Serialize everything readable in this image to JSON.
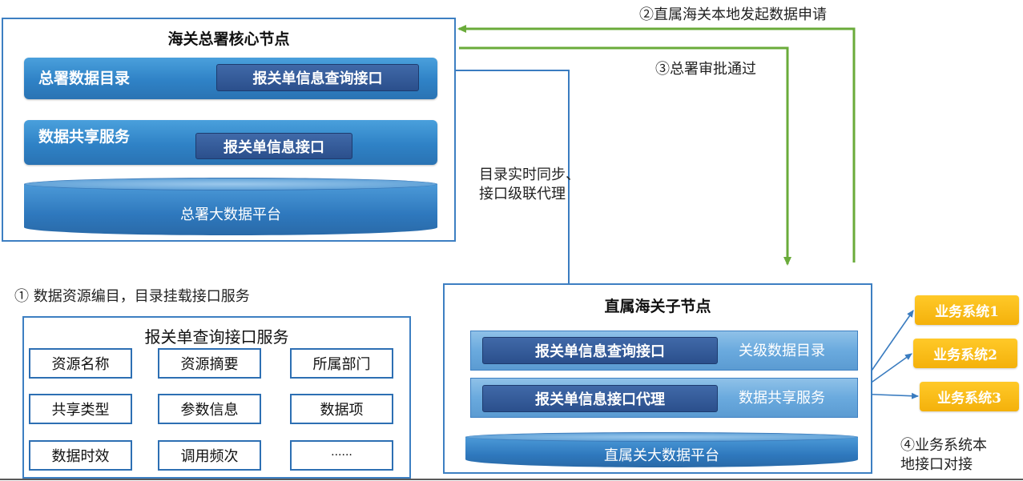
{
  "hq_node": {
    "title": "海关总署核心节点",
    "catalog_label": "总署数据目录",
    "catalog_interface": "报关单信息查询接口",
    "sharing_label": "数据共享服务",
    "sharing_interface": "报关单信息接口",
    "platform": "总署大数据平台"
  },
  "sync_note": {
    "line1": "目录实时同步、",
    "line2": "接口级联代理"
  },
  "request_note": "②直属海关本地发起数据申请",
  "approve_note": "③总署审批通过",
  "catalog_note": "①  数据资源编目，目录挂载接口服务",
  "service_box": {
    "title": "报关单查询接口服务",
    "cells": [
      [
        "资源名称",
        "资源摘要",
        "所属部门"
      ],
      [
        "共享类型",
        "参数信息",
        "数据项"
      ],
      [
        "数据时效",
        "调用频次",
        "······"
      ]
    ]
  },
  "sub_node": {
    "title": "直属海关子节点",
    "query_interface": "报关单信息查询接口",
    "catalog_label": "关级数据目录",
    "proxy_interface": "报关单信息接口代理",
    "sharing_label": "数据共享服务",
    "platform": "直属关大数据平台"
  },
  "business_systems": [
    "业务系统1",
    "业务系统2",
    "业务系统3"
  ],
  "docking_note": {
    "line1": "④业务系统本",
    "line2": "地接口对接"
  },
  "colors": {
    "frame": "#3d7fc2",
    "blue_arrow": "#3a7cc0",
    "green_arrow": "#6aab3a",
    "yellow_curve": "#f2b625",
    "navy_box": "#2b4f8c",
    "business": "#f4b10b"
  }
}
